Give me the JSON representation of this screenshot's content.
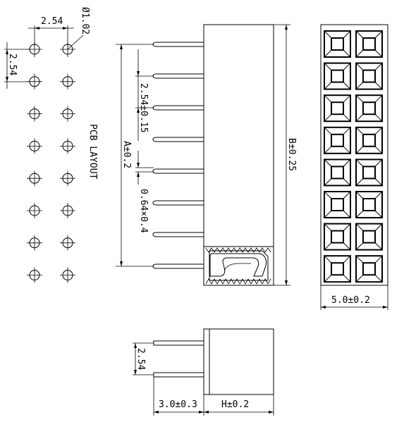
{
  "pcb_layout": {
    "title": "PCB LAYOUT",
    "pitch_label": "2.54",
    "pitch_vertical_label": "2.54",
    "hole_label": "Ø1.02",
    "rows": 8,
    "cols": 2
  },
  "side_view": {
    "pin_pitch_label": "2.54±0.15",
    "overall_length_label": "A±0.2",
    "pin_size_label": "0.64×0.4",
    "body_length_label": "B±0.25",
    "pin_count": 8
  },
  "top_view": {
    "width_label": "5.0±0.2",
    "rows": 8,
    "cols": 2
  },
  "end_view": {
    "pitch_label": "2.54",
    "pin_length_label": "3.0±0.3",
    "height_label": "H±0.2"
  }
}
